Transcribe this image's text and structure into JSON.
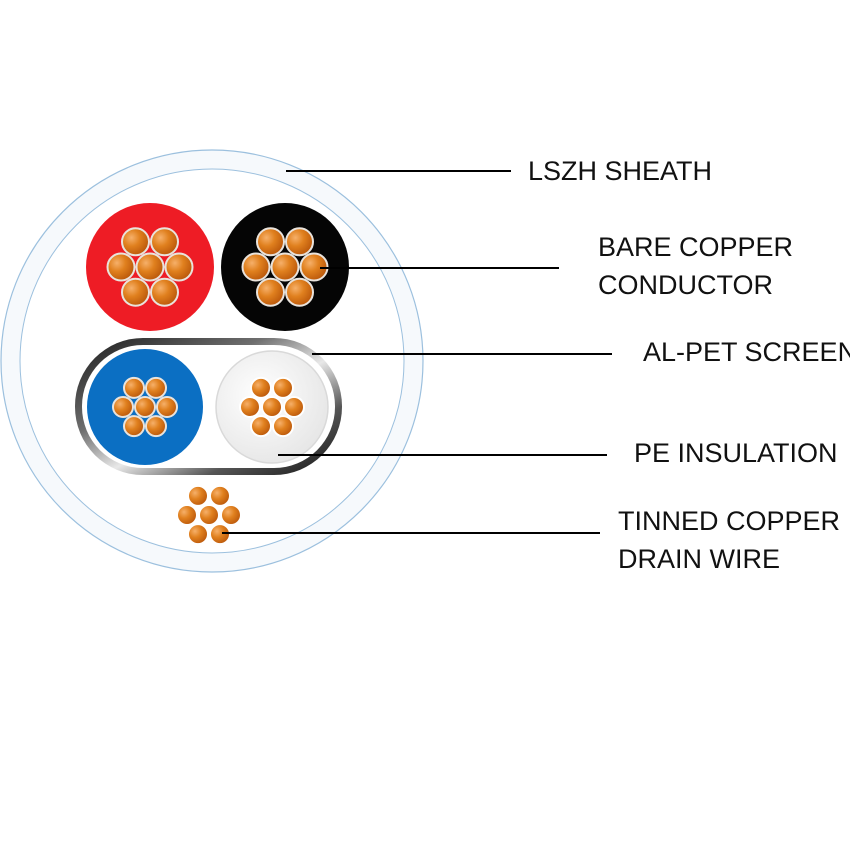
{
  "labels": {
    "sheath": "LSZH SHEATH",
    "conductor": [
      "BARE COPPER",
      "CONDUCTOR"
    ],
    "screen": "AL-PET SCREEN",
    "insulation": "PE INSULATION",
    "drain": [
      "TINNED COPPER",
      "DRAIN WIRE"
    ]
  },
  "colors": {
    "sheath_fill": "#f7fafc",
    "sheath_outline": "#8ab4d8",
    "core_red": "#ee1c25",
    "core_black": "#050505",
    "core_blue": "#0b6fc3",
    "core_white": "#ffffff",
    "copper": "#d26d12",
    "copper_highlight": "#f3a45a",
    "strand_outline": "#e9e3dc",
    "screen_dark": "#2a2a2a",
    "leader_line": "#000000"
  },
  "icons": {
    "red_core": "red-insulated-core",
    "black_core": "black-insulated-core",
    "blue_core": "blue-insulated-core",
    "white_core": "white-insulated-core",
    "drain": "drain-wire-strands"
  }
}
